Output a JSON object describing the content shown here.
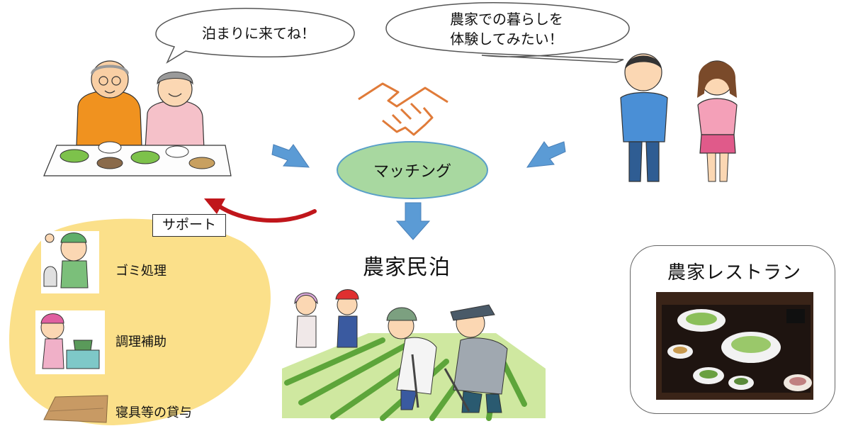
{
  "bubbles": {
    "host_speech": "泊まりに来てね！",
    "guest_speech_line1": "農家での暮らしを",
    "guest_speech_line2": "体験してみたい！"
  },
  "center": {
    "matching": "マッチング",
    "farm_stay": "農家民泊"
  },
  "support": {
    "tag": "サポート",
    "items": [
      "ゴミ処理",
      "調理補助",
      "寝具等の貸与"
    ]
  },
  "restaurant": {
    "title": "農家レストラン"
  },
  "colors": {
    "ellipse_fill": "#a8d8a0",
    "ellipse_stroke": "#5aa0c8",
    "arrow_blue": "#5b9bd5",
    "support_area": "#fbe08a",
    "red_arrow": "#c0161b",
    "handshake": "#e07b39"
  }
}
